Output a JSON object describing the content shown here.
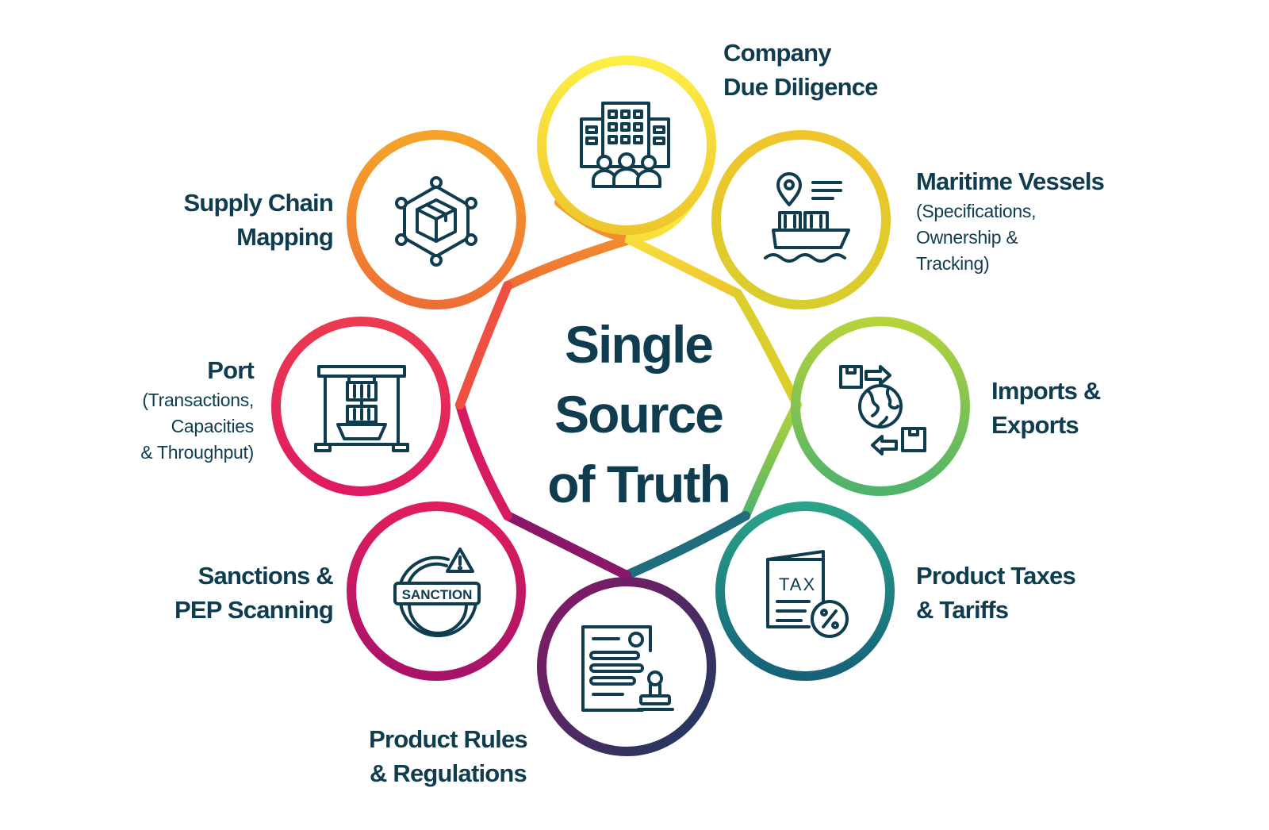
{
  "center": {
    "line1": "Single",
    "line2": "Source",
    "line3": "of Truth"
  },
  "nodes": {
    "company": {
      "title1": "Company",
      "title2": "Due Diligence",
      "icon": "office-buildings-people-icon"
    },
    "maritime": {
      "title1": "Maritime Vessels",
      "sub1": "(Specifications,",
      "sub2": "Ownership &",
      "sub3": "Tracking)",
      "icon": "cargo-ship-location-icon"
    },
    "imports": {
      "title1": "Imports &",
      "title2": "Exports",
      "icon": "globe-boxes-arrows-icon"
    },
    "taxes": {
      "title1": "Product Taxes",
      "title2": "& Tariffs",
      "icon": "tax-document-percent-icon",
      "icon_text": "TAX"
    },
    "rules": {
      "title1": "Product Rules",
      "title2": "& Regulations",
      "icon": "document-stamp-icon"
    },
    "sanctions": {
      "title1": "Sanctions &",
      "title2": "PEP Scanning",
      "icon": "sanction-stamp-warning-icon",
      "icon_text": "SANCTION"
    },
    "port": {
      "title1": "Port",
      "sub1": "(Transactions,",
      "sub2": "Capacities",
      "sub3": "& Throughput)",
      "icon": "port-crane-container-icon"
    },
    "supply": {
      "title1": "Supply Chain",
      "title2": "Mapping",
      "icon": "network-box-icon"
    }
  },
  "colors": {
    "text": "#0f3d4f",
    "company": "#f6e43a",
    "maritime": "#e9c628",
    "imports": "#9ecb3c",
    "taxes": "#1b8f8c",
    "rules": "#5b1a57",
    "sanctions": "#d41a65",
    "port": "#e82d56",
    "supply": "#f07b2a"
  }
}
